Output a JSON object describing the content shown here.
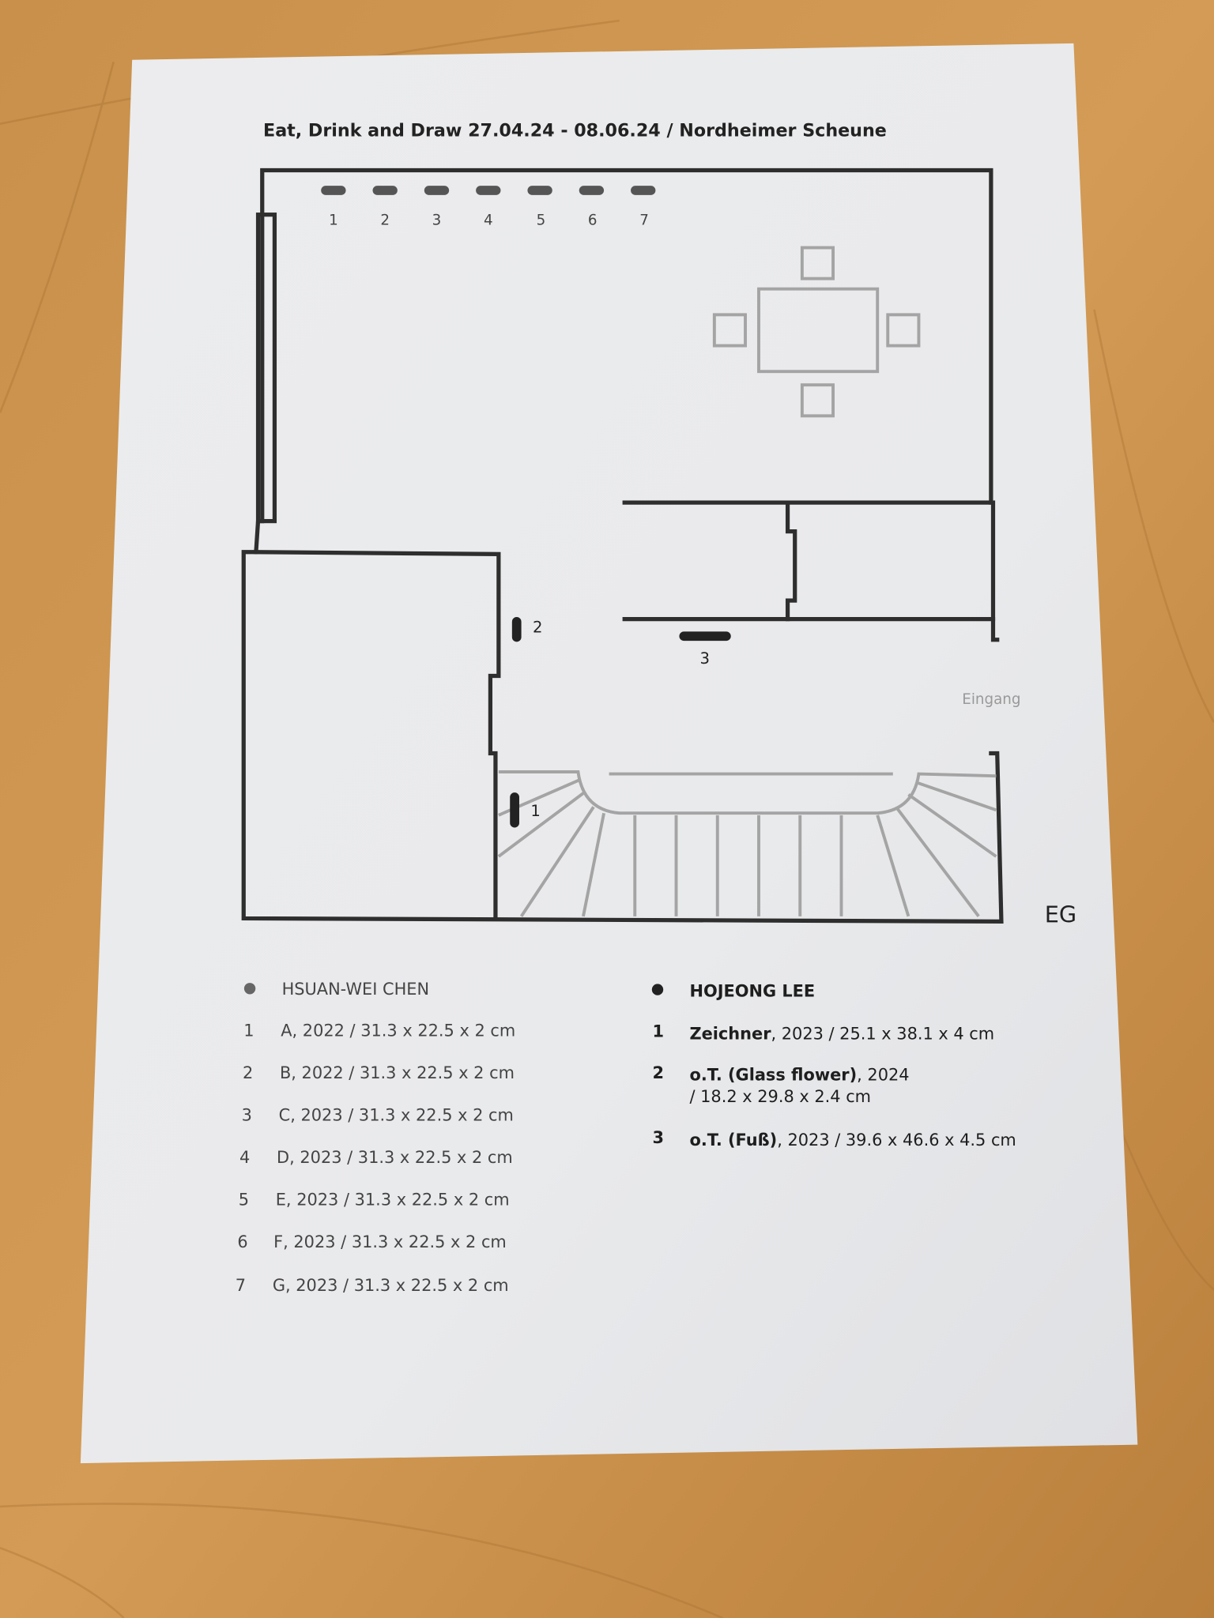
{
  "header": {
    "title": "Eat, Drink and Draw 27.04.24 - 08.06.24 / Nordheimer Scheune"
  },
  "plan": {
    "wall_markers": [
      "1",
      "2",
      "3",
      "4",
      "5",
      "6",
      "7"
    ],
    "marker_2": "2",
    "marker_1": "1",
    "marker_3": "3",
    "entrance_label": "Eingang",
    "floor_label": "EG"
  },
  "artists": [
    {
      "name": "HSUAN-WEI CHEN",
      "works": [
        {
          "no": "1",
          "text": "A, 2022 / 31.3 x 22.5 x 2 cm"
        },
        {
          "no": "2",
          "text": "B, 2022 / 31.3 x 22.5 x 2 cm"
        },
        {
          "no": "3",
          "text": "C, 2023 / 31.3 x 22.5 x 2 cm"
        },
        {
          "no": "4",
          "text": "D, 2023 / 31.3 x 22.5 x 2 cm"
        },
        {
          "no": "5",
          "text": "E, 2023 / 31.3 x 22.5 x 2 cm"
        },
        {
          "no": "6",
          "text": "F, 2023 / 31.3 x 22.5 x 2 cm"
        },
        {
          "no": "7",
          "text": "G, 2023 / 31.3 x 22.5 x 2 cm"
        }
      ]
    },
    {
      "name": "HOJEONG LEE",
      "works": [
        {
          "no": "1",
          "title": "Zeichner",
          "text": ", 2023 / 25.1 x 38.1 x 4 cm"
        },
        {
          "no": "2",
          "title": "o.T. (Glass flower)",
          "text": ", 2024",
          "text2": "/ 18.2 x 29.8 x 2.4 cm"
        },
        {
          "no": "3",
          "title": "o.T. (Fuß)",
          "text": ", 2023 / 39.6 x 46.6 x 4.5 cm"
        }
      ]
    }
  ],
  "colors": {
    "paper": "#ecedef",
    "wood": "#c9914a",
    "ink": "#2e2e2e",
    "gray": "#a4a4a4"
  }
}
